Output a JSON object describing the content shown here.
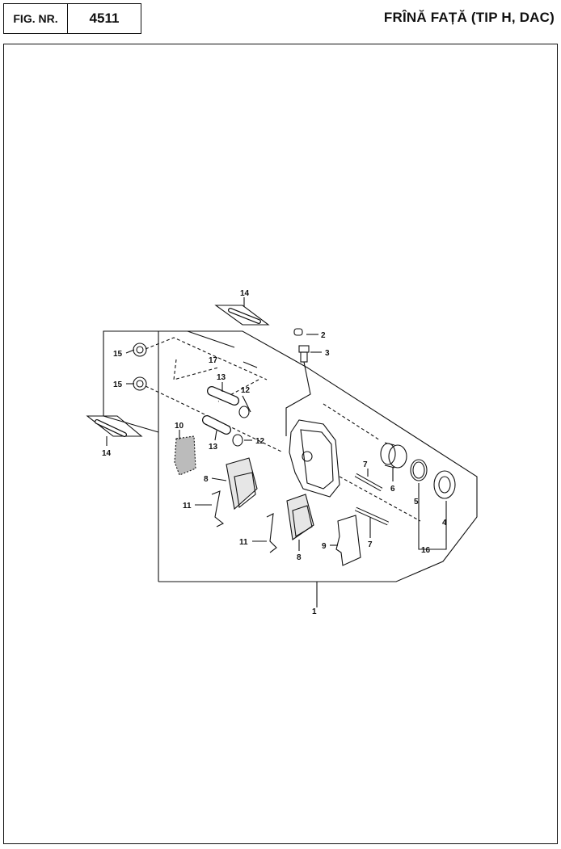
{
  "header": {
    "fig_label": "FIG. NR.",
    "fig_number": "4511",
    "title": "FRÎNĂ FAȚĂ (TIP H, DAC)"
  },
  "diagram": {
    "callouts": [
      "1",
      "2",
      "3",
      "4",
      "5",
      "6",
      "7",
      "7",
      "8",
      "8",
      "9",
      "10",
      "11",
      "11",
      "12",
      "12",
      "13",
      "13",
      "14",
      "14",
      "15",
      "15",
      "16",
      "17"
    ]
  }
}
